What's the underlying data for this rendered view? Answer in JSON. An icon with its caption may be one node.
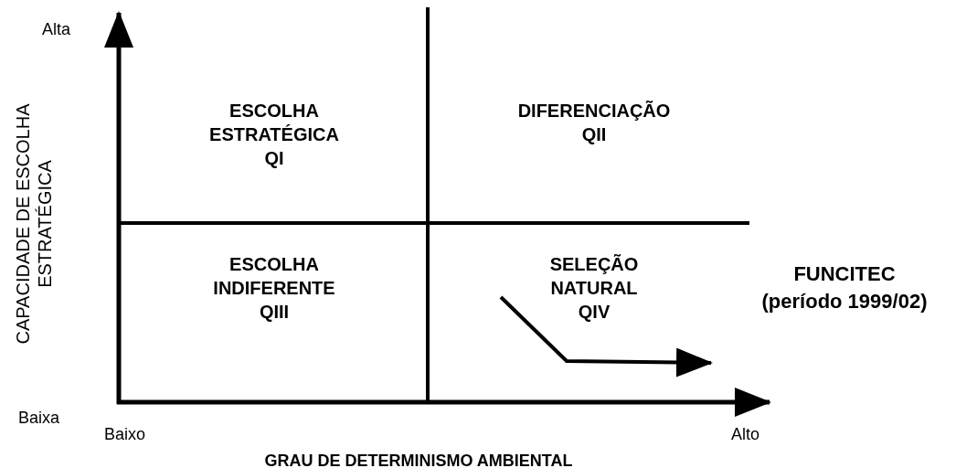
{
  "diagram": {
    "nodes": [
      {
        "text": [
          "ESCOLHA ESTRATÉGICA",
          "QI"
        ]
      },
      {
        "text": [
          "DIFERENCIAÇÃO",
          "QII"
        ]
      },
      {
        "text": [
          "ESCOLHA INDIFERENTE",
          "QIII"
        ]
      },
      {
        "text": [
          "SELEÇÃO NATURAL",
          "QIV"
        ]
      },
      {
        "text": [
          "FUNCITEC",
          "(período 1999/02)"
        ]
      }
    ],
    "edges": [
      {
        "from": 3,
        "to": 4,
        "arrow": "to"
      }
    ],
    "labels": [
      "Alta",
      "CAPACIDADE DE ESCOLHA ESTRATÉGICA",
      "Baixa",
      "Baixo",
      "Alto",
      "GRAU DE DETERMINISMO AMBIENTAL"
    ]
  }
}
